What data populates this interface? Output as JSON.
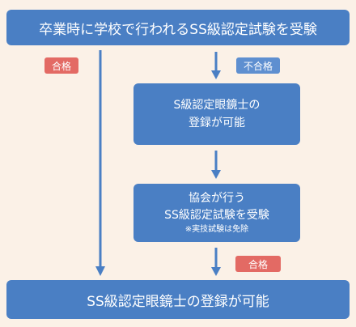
{
  "top_box": {
    "text": "卒業時に学校で行われるSS級認定試験を受験"
  },
  "badges": {
    "pass_left": "合格",
    "fail": "不合格",
    "pass_right": "合格"
  },
  "mid_box_1": {
    "line1": "S級認定眼鏡士の",
    "line2": "登録が可能"
  },
  "mid_box_2": {
    "line1": "協会が行う",
    "line2": "SS級認定試験を受験",
    "note": "※実技試験は免除"
  },
  "bottom_box": {
    "text": "SS級認定眼鏡士の登録が可能"
  },
  "colors": {
    "background": "#fbf1e7",
    "box": "#4a7fc4",
    "pass_badge": "#e36a64",
    "fail_badge": "#5e8fd0",
    "arrow": "#4a7fc4"
  }
}
